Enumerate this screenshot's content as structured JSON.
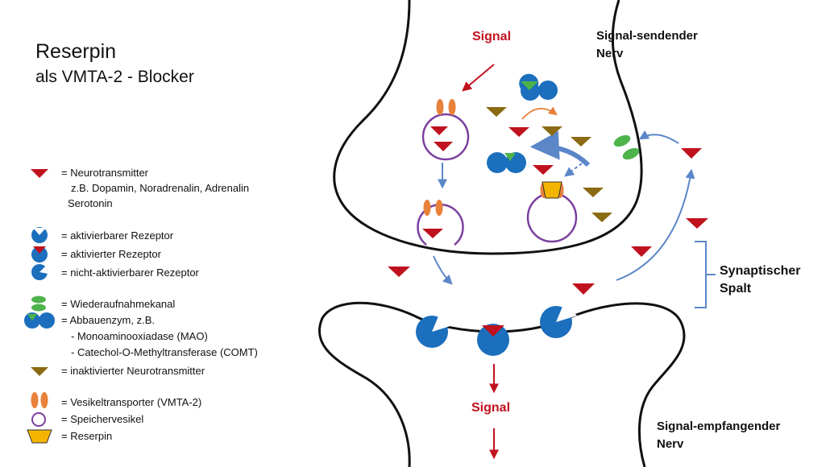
{
  "title": {
    "line1": "Reserpin",
    "line2": "als VMTA-2 - Blocker"
  },
  "labels": {
    "sending_l1": "Signal-sendender",
    "sending_l2": "Nerv",
    "cleft_l1": "Synaptischer",
    "cleft_l2": "Spalt",
    "receiving_l1": "Signal-empfangender",
    "receiving_l2": "Nerv",
    "signal_top": "Signal",
    "signal_bottom": "Signal"
  },
  "legend": {
    "nt_l1": "= Neurotransmitter",
    "nt_l2": "z.B. Dopamin, Noradrenalin, Adrenalin",
    "nt_l3": "Serotonin",
    "rec_activatable": "= aktivierbarer Rezeptor",
    "rec_activated": "= aktivierter Rezeptor",
    "rec_non_activatable": "= nicht-aktivierbarer Rezeptor",
    "reuptake": "= Wiederaufnahmekanal",
    "enzyme_l1": "= Abbauenzym, z.B.",
    "enzyme_l2": "- Monoaminooxiadase (MAO)",
    "enzyme_l3": "- Catechol-O-Methyltransferase (COMT)",
    "inactive_nt": "= inaktivierter Neurotransmitter",
    "vmat": "= Vesikeltransporter (VMTA-2)",
    "vesicle": "= Speichervesikel",
    "reserpin": "= Reserpin"
  },
  "colors": {
    "neurotransmitter": "#c0121e",
    "inactive": "#8a6a12",
    "receptor": "#1b6fbd",
    "reuptake": "#4db34a",
    "vesicle": "#7b3fa0",
    "vmat": "#e8823a",
    "reserpin": "#f5b400",
    "arrow": "#5b86c8",
    "signal": "#c0121e"
  }
}
